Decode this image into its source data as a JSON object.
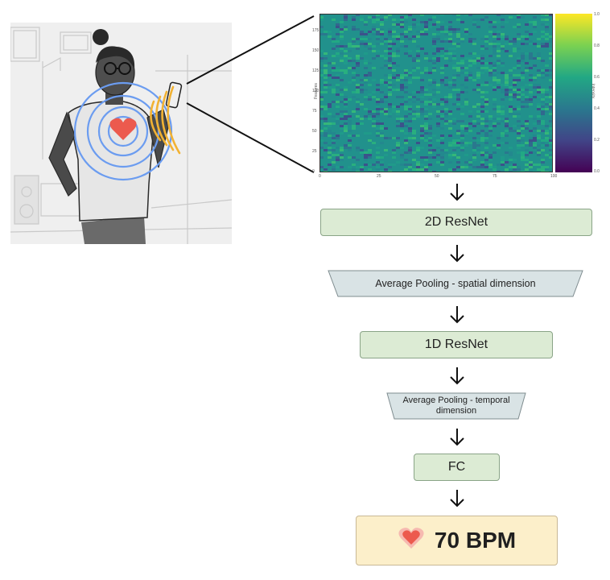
{
  "heatmap": {
    "y_axis_label": "Features",
    "colorbar_label": "Intensity",
    "y_ticks": [
      "0",
      "25",
      "50",
      "75",
      "100",
      "125",
      "150",
      "175"
    ],
    "x_ticks": [
      "0",
      "25",
      "50",
      "75",
      "100"
    ],
    "colorbar_ticks": [
      "0.0",
      "0.2",
      "0.4",
      "0.6",
      "0.8",
      "1.0"
    ],
    "colormap": "viridis"
  },
  "pipeline": {
    "resnet2d": "2D ResNet",
    "pool_spatial": "Average Pooling - spatial dimension",
    "resnet1d": "1D ResNet",
    "pool_temporal_line1": "Average Pooling - temporal",
    "pool_temporal_line2": "dimension",
    "fc": "FC"
  },
  "result": {
    "bpm": "70 BPM",
    "icon": "heart-icon"
  },
  "colors": {
    "green_fill": "#dcebd4",
    "grey_fill": "#d9e3e5",
    "result_fill": "#fcefca",
    "ring_blue": "#6b9cf0",
    "wave_gold": "#f2b233",
    "heart_red": "#ec5a4e"
  }
}
